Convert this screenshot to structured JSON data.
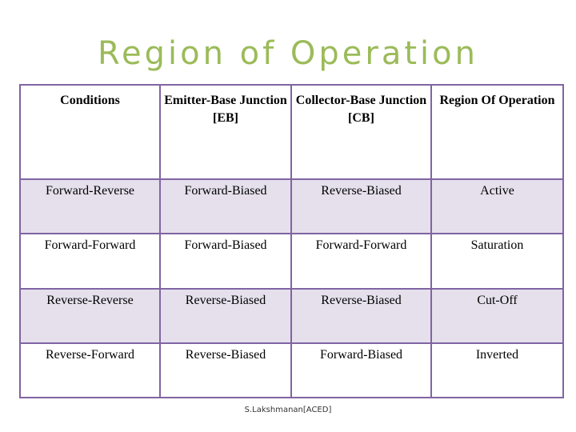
{
  "title": "Region of Operation",
  "table": {
    "headers": [
      "Conditions",
      "Emitter-Base Junction [EB]",
      "Collector-Base Junction [CB]",
      "Region Of Operation"
    ],
    "rows": [
      [
        "Forward-Reverse",
        "Forward-Biased",
        "Reverse-Biased",
        "Active"
      ],
      [
        "Forward-Forward",
        "Forward-Biased",
        "Forward-Forward",
        "Saturation"
      ],
      [
        "Reverse-Reverse",
        "Reverse-Biased",
        "Reverse-Biased",
        "Cut-Off"
      ],
      [
        "Reverse-Forward",
        "Reverse-Biased",
        "Forward-Biased",
        "Inverted"
      ]
    ]
  },
  "footer": "S.Lakshmanan[ACED]",
  "colors": {
    "title": "#9bbb59",
    "border": "#8064a2",
    "band": "#e5e0ec"
  }
}
